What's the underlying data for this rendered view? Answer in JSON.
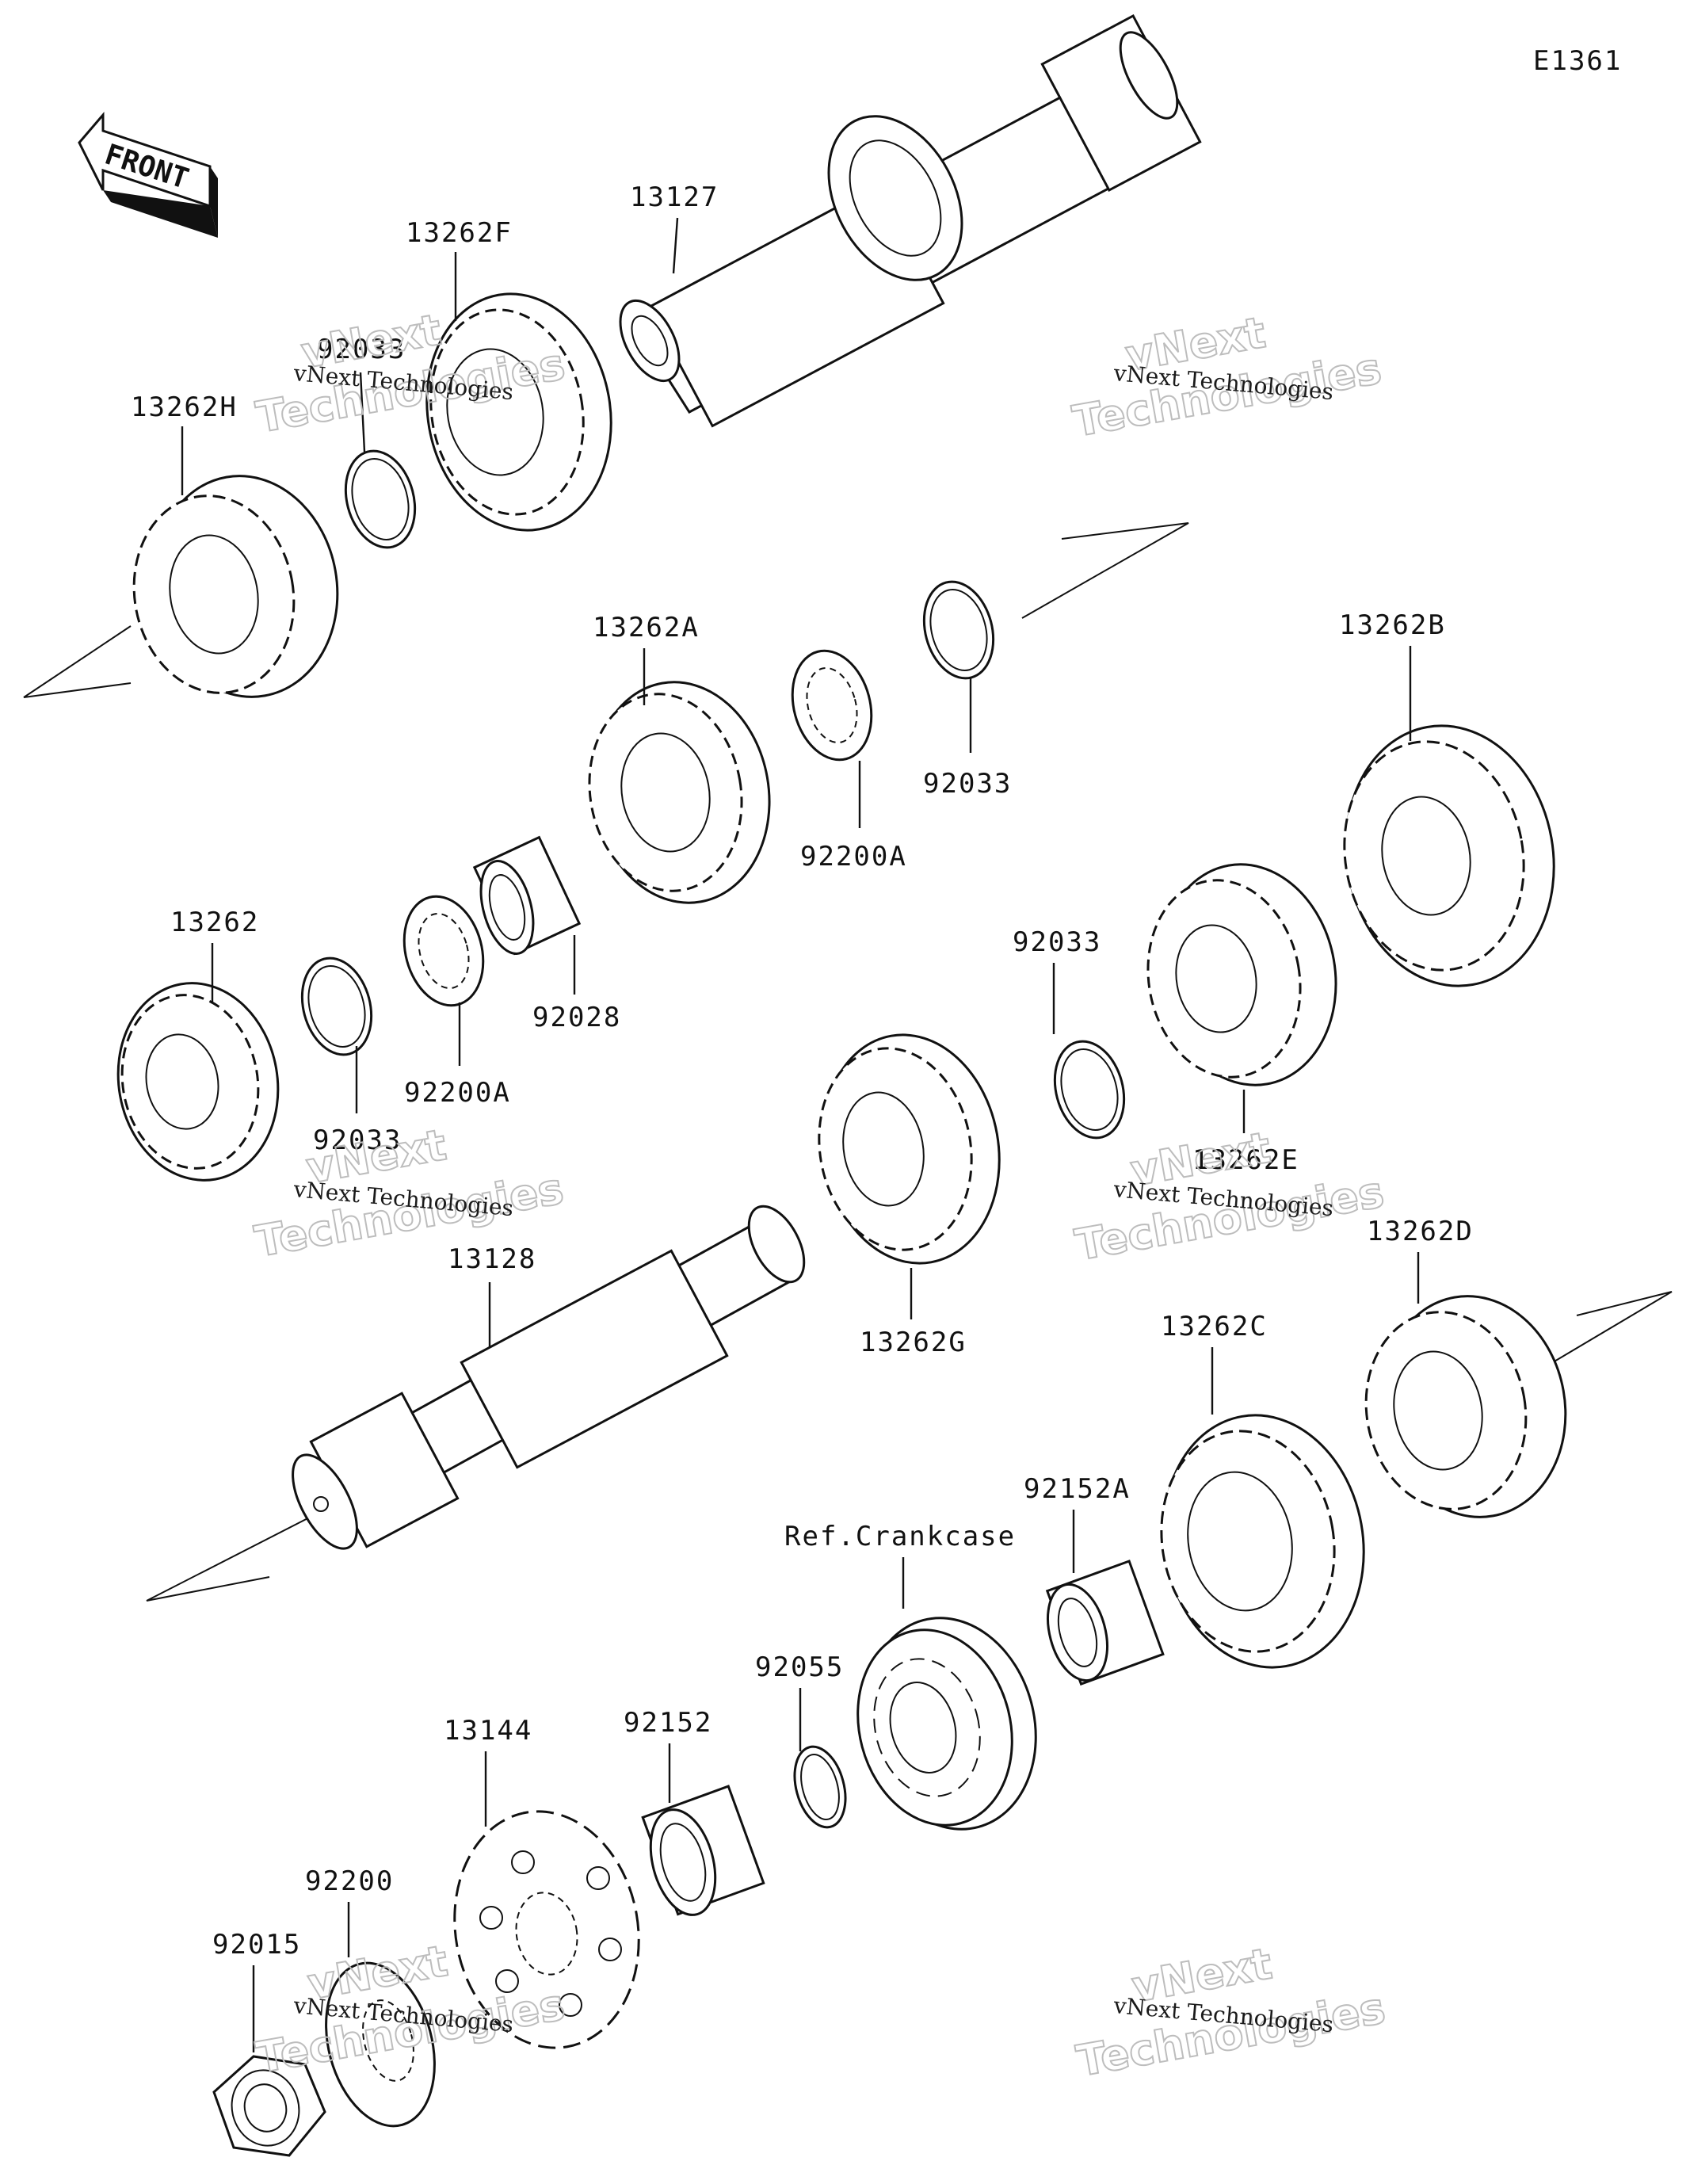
{
  "diagram_code": "E1361",
  "front_arrow_label": "FRONT",
  "watermark": {
    "line1": "vNext Technologies",
    "big_line1": "vNext",
    "big_line2": "Technologies"
  },
  "parts": [
    {
      "id": "13127",
      "label": "13127"
    },
    {
      "id": "13262F",
      "label": "13262F"
    },
    {
      "id": "92033-top",
      "label": "92033"
    },
    {
      "id": "13262H",
      "label": "13262H"
    },
    {
      "id": "13262A",
      "label": "13262A"
    },
    {
      "id": "92200A-upper",
      "label": "92200A"
    },
    {
      "id": "92033-upper-right",
      "label": "92033"
    },
    {
      "id": "13262B",
      "label": "13262B"
    },
    {
      "id": "13262",
      "label": "13262"
    },
    {
      "id": "92033-mid-left",
      "label": "92033"
    },
    {
      "id": "92200A-lower",
      "label": "92200A"
    },
    {
      "id": "92028",
      "label": "92028"
    },
    {
      "id": "92033-mid-right",
      "label": "92033"
    },
    {
      "id": "13262E",
      "label": "13262E"
    },
    {
      "id": "13262G",
      "label": "13262G"
    },
    {
      "id": "13128",
      "label": "13128"
    },
    {
      "id": "13262D",
      "label": "13262D"
    },
    {
      "id": "13262C",
      "label": "13262C"
    },
    {
      "id": "92152A",
      "label": "92152A"
    },
    {
      "id": "ref-crankcase",
      "label": "Ref.Crankcase"
    },
    {
      "id": "92055",
      "label": "92055"
    },
    {
      "id": "92152",
      "label": "92152"
    },
    {
      "id": "13144",
      "label": "13144"
    },
    {
      "id": "92200",
      "label": "92200"
    },
    {
      "id": "92015",
      "label": "92015"
    }
  ]
}
